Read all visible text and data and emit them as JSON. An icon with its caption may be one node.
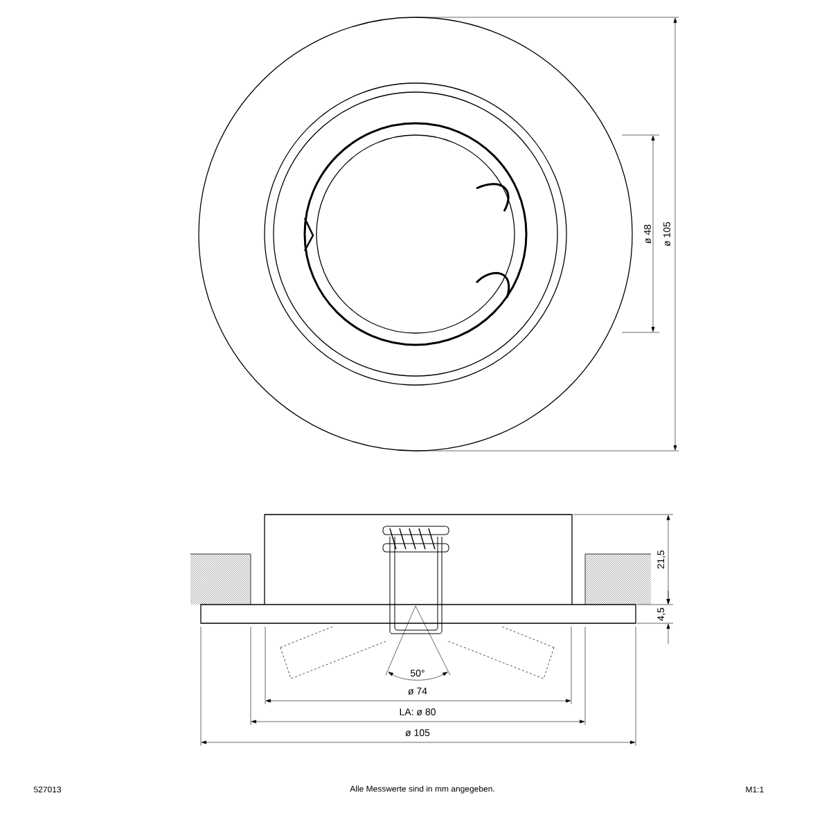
{
  "diagram": {
    "labels": [
      "ø 48",
      "ø 105",
      "21,5",
      "4,5",
      "50°",
      "ø 74",
      "LA: ø 80",
      "ø 105",
      "527013",
      "Alle Messwerte sind in mm angegeben.",
      "M1:1"
    ]
  }
}
